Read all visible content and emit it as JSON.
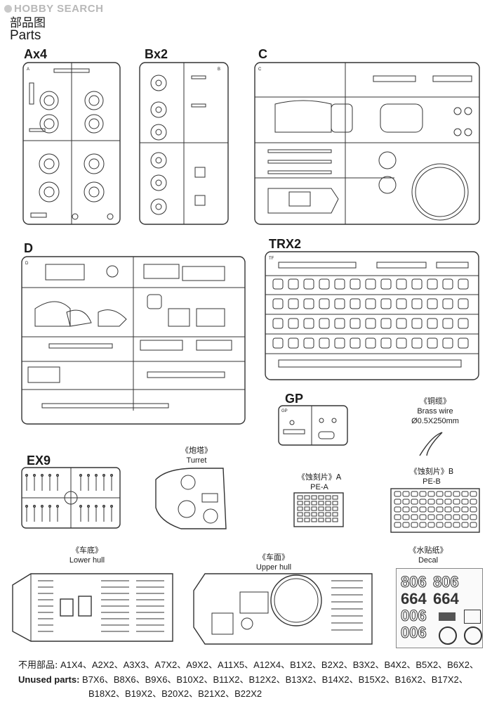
{
  "watermark": {
    "text": "HOBBY SEARCH"
  },
  "header": {
    "title_cn": "部品图",
    "title_en": "Parts"
  },
  "sprues": {
    "a": {
      "label": "Ax4",
      "tag": "A"
    },
    "b": {
      "label": "Bx2",
      "tag": "B"
    },
    "c": {
      "label": "C",
      "tag": "C"
    },
    "d": {
      "label": "D",
      "tag": "D"
    },
    "trx": {
      "label": "TRX2",
      "tag": "TF"
    },
    "gp": {
      "label": "GP",
      "tag": "GP"
    },
    "ex": {
      "label": "EX9"
    }
  },
  "parts": {
    "brass": {
      "cn": "《铜缆》",
      "en": "Brass wire",
      "spec": "Ø0.5X250mm"
    },
    "turret": {
      "cn": "《炮塔》",
      "en": "Turret"
    },
    "pea": {
      "cn": "《蚀刻片》A",
      "en": "PE-A"
    },
    "peb": {
      "cn": "《蚀刻片》B",
      "en": "PE-B"
    },
    "lower": {
      "cn": "《车底》",
      "en": "Lower hull"
    },
    "upper": {
      "cn": "《车面》",
      "en": "Upper hull"
    },
    "decal": {
      "cn": "《水贴纸》",
      "en": "Decal"
    }
  },
  "decal": {
    "numbers": [
      "806",
      "806",
      "664",
      "664",
      "006",
      "006"
    ]
  },
  "unused": {
    "label_cn": "不用部品:",
    "label_en": "Unused parts:",
    "line1": "A1X4、A2X2、A3X3、A7X2、A9X2、A11X5、A12X4、B1X2、B2X2、B3X2、B4X2、B5X2、B6X2、",
    "line2": "B7X6、B8X6、B9X6、B10X2、B11X2、B12X2、B13X2、B14X2、B15X2、B16X2、B17X2、",
    "line3": "B18X2、B19X2、B20X2、B21X2、B22X2"
  }
}
